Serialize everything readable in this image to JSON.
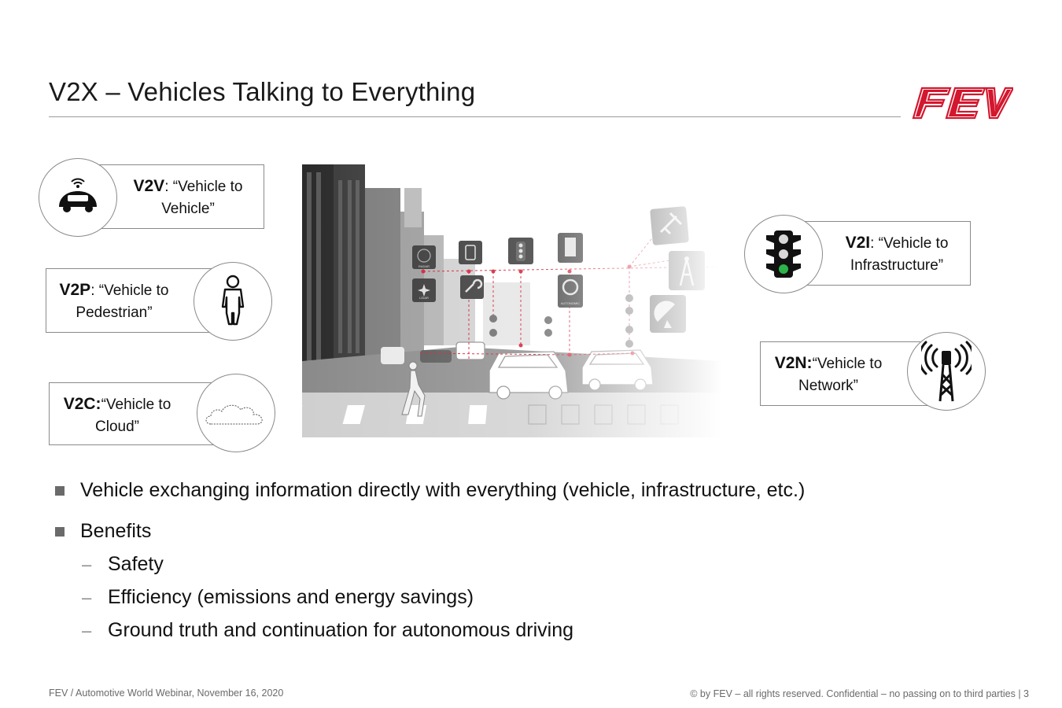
{
  "title": "V2X – Vehicles Talking to Everything",
  "logo_text": "FEV",
  "brand_color": "#d3172e",
  "labels": {
    "v2v": {
      "code": "V2V",
      "text_a": ": “",
      "text_b": "Vehicle to",
      "text_c": "Vehicle",
      "close": "”"
    },
    "v2p": {
      "code": "V2P",
      "text_a": ": “",
      "text_b": "Vehicle to",
      "text_c": "Pedestrian",
      "close": "”"
    },
    "v2c": {
      "code": "V2C:",
      "text_a": "“",
      "text_b": "Vehicle to",
      "text_c": "Cloud",
      "close": "”"
    },
    "v2i": {
      "code": "V2I",
      "text_a": ": “",
      "text_b": "Vehicle to",
      "text_c": "Infrastructure",
      "close": "”"
    },
    "v2n": {
      "code": "V2N:",
      "text_a": "“",
      "text_b": "Vehicle to",
      "text_c": "Network",
      "close": "”"
    }
  },
  "scene_labels": {
    "radar": "RADAR",
    "lidar": "LIDAR",
    "autonomic": "AUTONOMIC"
  },
  "bullets": [
    {
      "text": "Vehicle exchanging information directly with everything (vehicle, infrastructure, etc.)"
    },
    {
      "text": "Benefits"
    }
  ],
  "sub_bullets": [
    {
      "dash": "–",
      "text": "Safety"
    },
    {
      "dash": "–",
      "text": "Efficiency (emissions and energy savings)"
    },
    {
      "dash": "–",
      "text": "Ground truth and continuation for autonomous driving"
    }
  ],
  "footer": {
    "left": "FEV / Automotive World Webinar, November 16, 2020",
    "right": "© by FEV – all rights reserved. Confidential – no passing on to third parties  |  3"
  },
  "icons": [
    "car-wifi-icon",
    "pedestrian-icon",
    "cloud-icon",
    "traffic-light-icon",
    "antenna-tower-icon"
  ]
}
